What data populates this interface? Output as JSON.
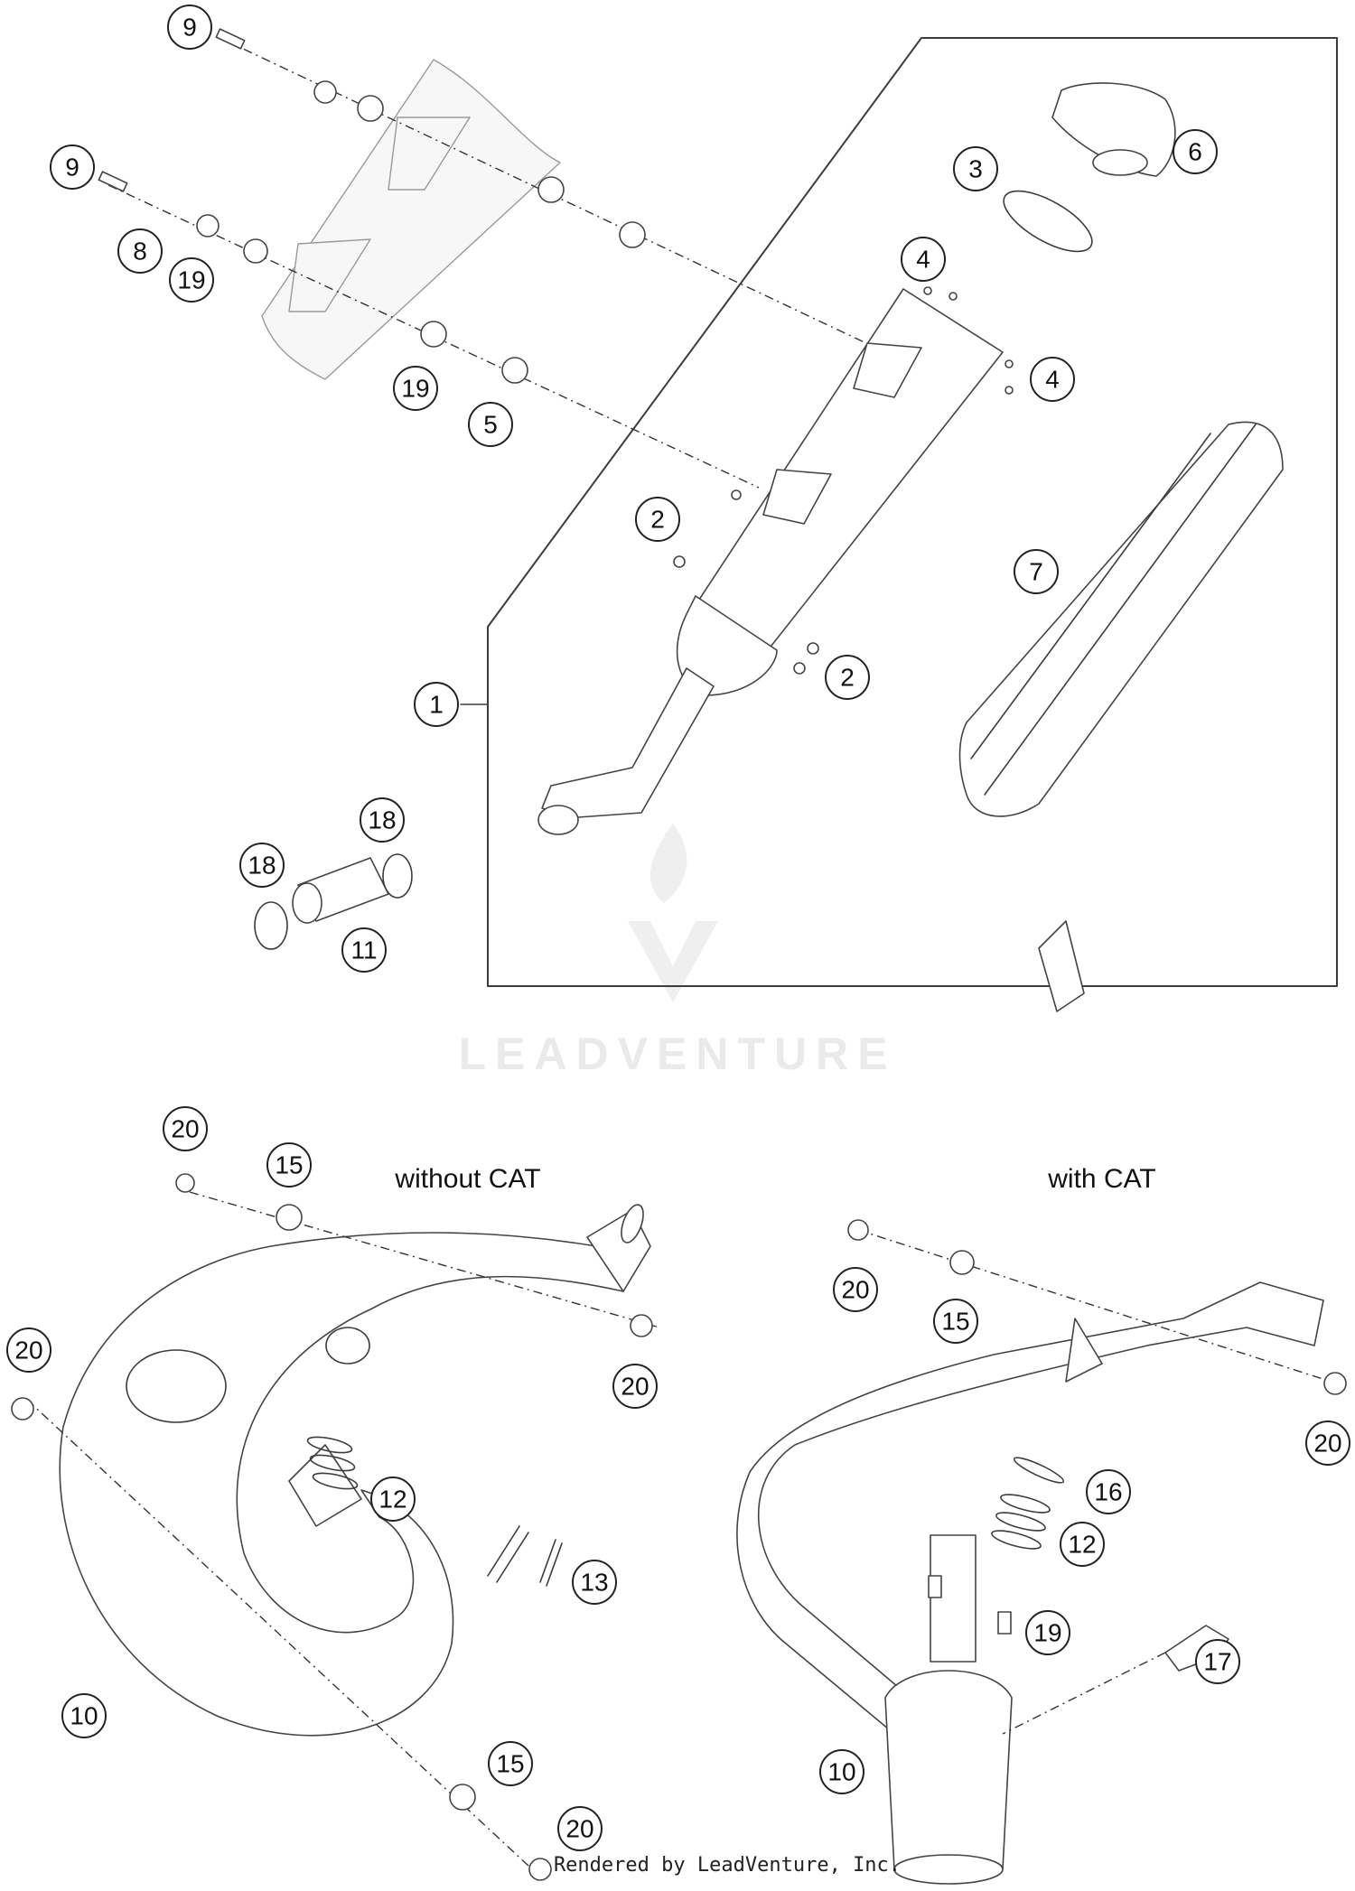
{
  "diagram": {
    "section_labels": {
      "without_cat": "without CAT",
      "with_cat": "with CAT"
    },
    "watermark": "LEADVENTURE",
    "credit": "Rendered by LeadVenture, Inc.",
    "callouts": [
      {
        "id": "c9a",
        "label": "9"
      },
      {
        "id": "c9b",
        "label": "9"
      },
      {
        "id": "c8",
        "label": "8"
      },
      {
        "id": "c19a",
        "label": "19"
      },
      {
        "id": "c19b",
        "label": "19"
      },
      {
        "id": "c5",
        "label": "5"
      },
      {
        "id": "c3",
        "label": "3"
      },
      {
        "id": "c6",
        "label": "6"
      },
      {
        "id": "c4a",
        "label": "4"
      },
      {
        "id": "c4b",
        "label": "4"
      },
      {
        "id": "c2a",
        "label": "2"
      },
      {
        "id": "c2b",
        "label": "2"
      },
      {
        "id": "c7",
        "label": "7"
      },
      {
        "id": "c1",
        "label": "1"
      },
      {
        "id": "c18a",
        "label": "18"
      },
      {
        "id": "c18b",
        "label": "18"
      },
      {
        "id": "c11",
        "label": "11"
      },
      {
        "id": "c20a",
        "label": "20"
      },
      {
        "id": "c15a",
        "label": "15"
      },
      {
        "id": "c20b",
        "label": "20"
      },
      {
        "id": "c20c",
        "label": "20"
      },
      {
        "id": "c12a",
        "label": "12"
      },
      {
        "id": "c13",
        "label": "13"
      },
      {
        "id": "c10a",
        "label": "10"
      },
      {
        "id": "c15b",
        "label": "15"
      },
      {
        "id": "c20d",
        "label": "20"
      },
      {
        "id": "c20e",
        "label": "20"
      },
      {
        "id": "c15c",
        "label": "15"
      },
      {
        "id": "c20f",
        "label": "20"
      },
      {
        "id": "c16",
        "label": "16"
      },
      {
        "id": "c12b",
        "label": "12"
      },
      {
        "id": "c19c",
        "label": "19"
      },
      {
        "id": "c17",
        "label": "17"
      },
      {
        "id": "c10b",
        "label": "10"
      }
    ]
  }
}
